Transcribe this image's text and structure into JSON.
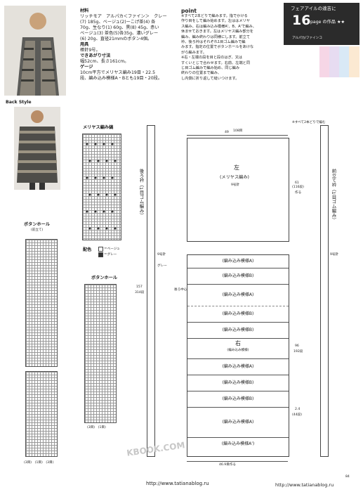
{
  "header": {
    "fair": "フェアアイルの達吉に",
    "page_num": "16",
    "page_suffix": "page の作品 ★★",
    "tag": "アルパカ/ファインコ"
  },
  "photos": {
    "back_style": "Back Style"
  },
  "materials": {
    "title": "材料",
    "lines": [
      "リッチモア　アルパカ＜ファイン＞　クレー",
      "(7) 185g、ベージュ(2)ーこげ茶(4) 各",
      "70g、生なり(1) 60g、黒(8) 45g、赤い",
      "ベージュ(3) 茶色(5)各35g、濃いグレー",
      "(6) 20g、直径21mmのボタン4個。"
    ],
    "tools_title": "用具",
    "tools": "棒針9号。",
    "size_title": "できあがり寸法",
    "size": "幅52cm、長さ161cm。",
    "gauge_title": "ゲージ",
    "gauge_lines": [
      "10cm平方でメリヤス編み19目・22.5",
      "段、編み込み模様A・Bとも19目・20段。"
    ]
  },
  "point": {
    "title": "point",
    "lines": [
      "※すべて2本どりで編みます。指でかける",
      "作り目をして編み始めます。左ははメリヤ",
      "ス編み、右は編み込み模様A'、B、A'で編み、",
      "休ませておきます。左はメリヤス編み部分を",
      "編み、編み終わりは同様にします。前立て",
      "衿、後ろ衿はそれぞれ1目ゴム編みで編",
      "みます。指定の位置でボタンホールをあけな",
      "がら編みます。",
      "※右・左端の段を目と段のはぎ、又は",
      "すくいとじで合わせます。右前、左端と同",
      "じ目ゴム編みで編み始め、同じ編み",
      "終わりの位置まで編み、",
      "し内側に折り返して縫いつけます。"
    ]
  },
  "diagrams": {
    "meriyasu_title": "メリヤス編み縞",
    "haishoku": "配色",
    "legend": [
      "＝ベージュ",
      "＝グレー"
    ],
    "buttonhole_left": "ボタンホール",
    "buttonhole_left_sub": "(前立て)",
    "buttonhole_mid": "ボタンホール",
    "bottom_mid": "(3目)　(1目)",
    "bottom_left": "(3目)　(1目)　(3目)",
    "note_all": "※すべて2本どりで編む",
    "back_collar": "後ろ衿（1目ゴム編み）",
    "front_collar": "前立て衿（1目ゴム編み）",
    "needle_back": "9号針",
    "needle_front": "9号針",
    "gray": "グレー",
    "center_line": "後ろ中心"
  },
  "main": {
    "top_width_cm": "49",
    "top_width_st": "108目",
    "left_label": "左",
    "left_sub": "(メリヤス編み)",
    "left_needle": "9号針",
    "left_height": "61",
    "left_height_rows": "(116段)",
    "left_note": "作る",
    "right_label": "右",
    "right_sub": "(編み込み模様)",
    "bottom_width": "46.9目作る",
    "bands": [
      "(編み込み模様A)",
      "(編み込み模様B)",
      "(編み込み模様A)",
      "(編み込み模様B)",
      "(編み込み模様B)",
      "(編み込み模様A)",
      "(編み込み模様B)",
      "(編み込み模様B)",
      "(編み込み模様A)",
      "(編み込み模様A')"
    ],
    "total_len": "157",
    "total_rows": "314段",
    "right_h": "96",
    "right_h_rows": "192段",
    "bottom_len": "2.4",
    "bottom_rows": "(44段)"
  },
  "footer": {
    "left_url": "http://www.tatianablog.ru",
    "right_url": "http://www.tatianablog.ru",
    "page": "84",
    "watermark": "KBOOK.COM"
  }
}
